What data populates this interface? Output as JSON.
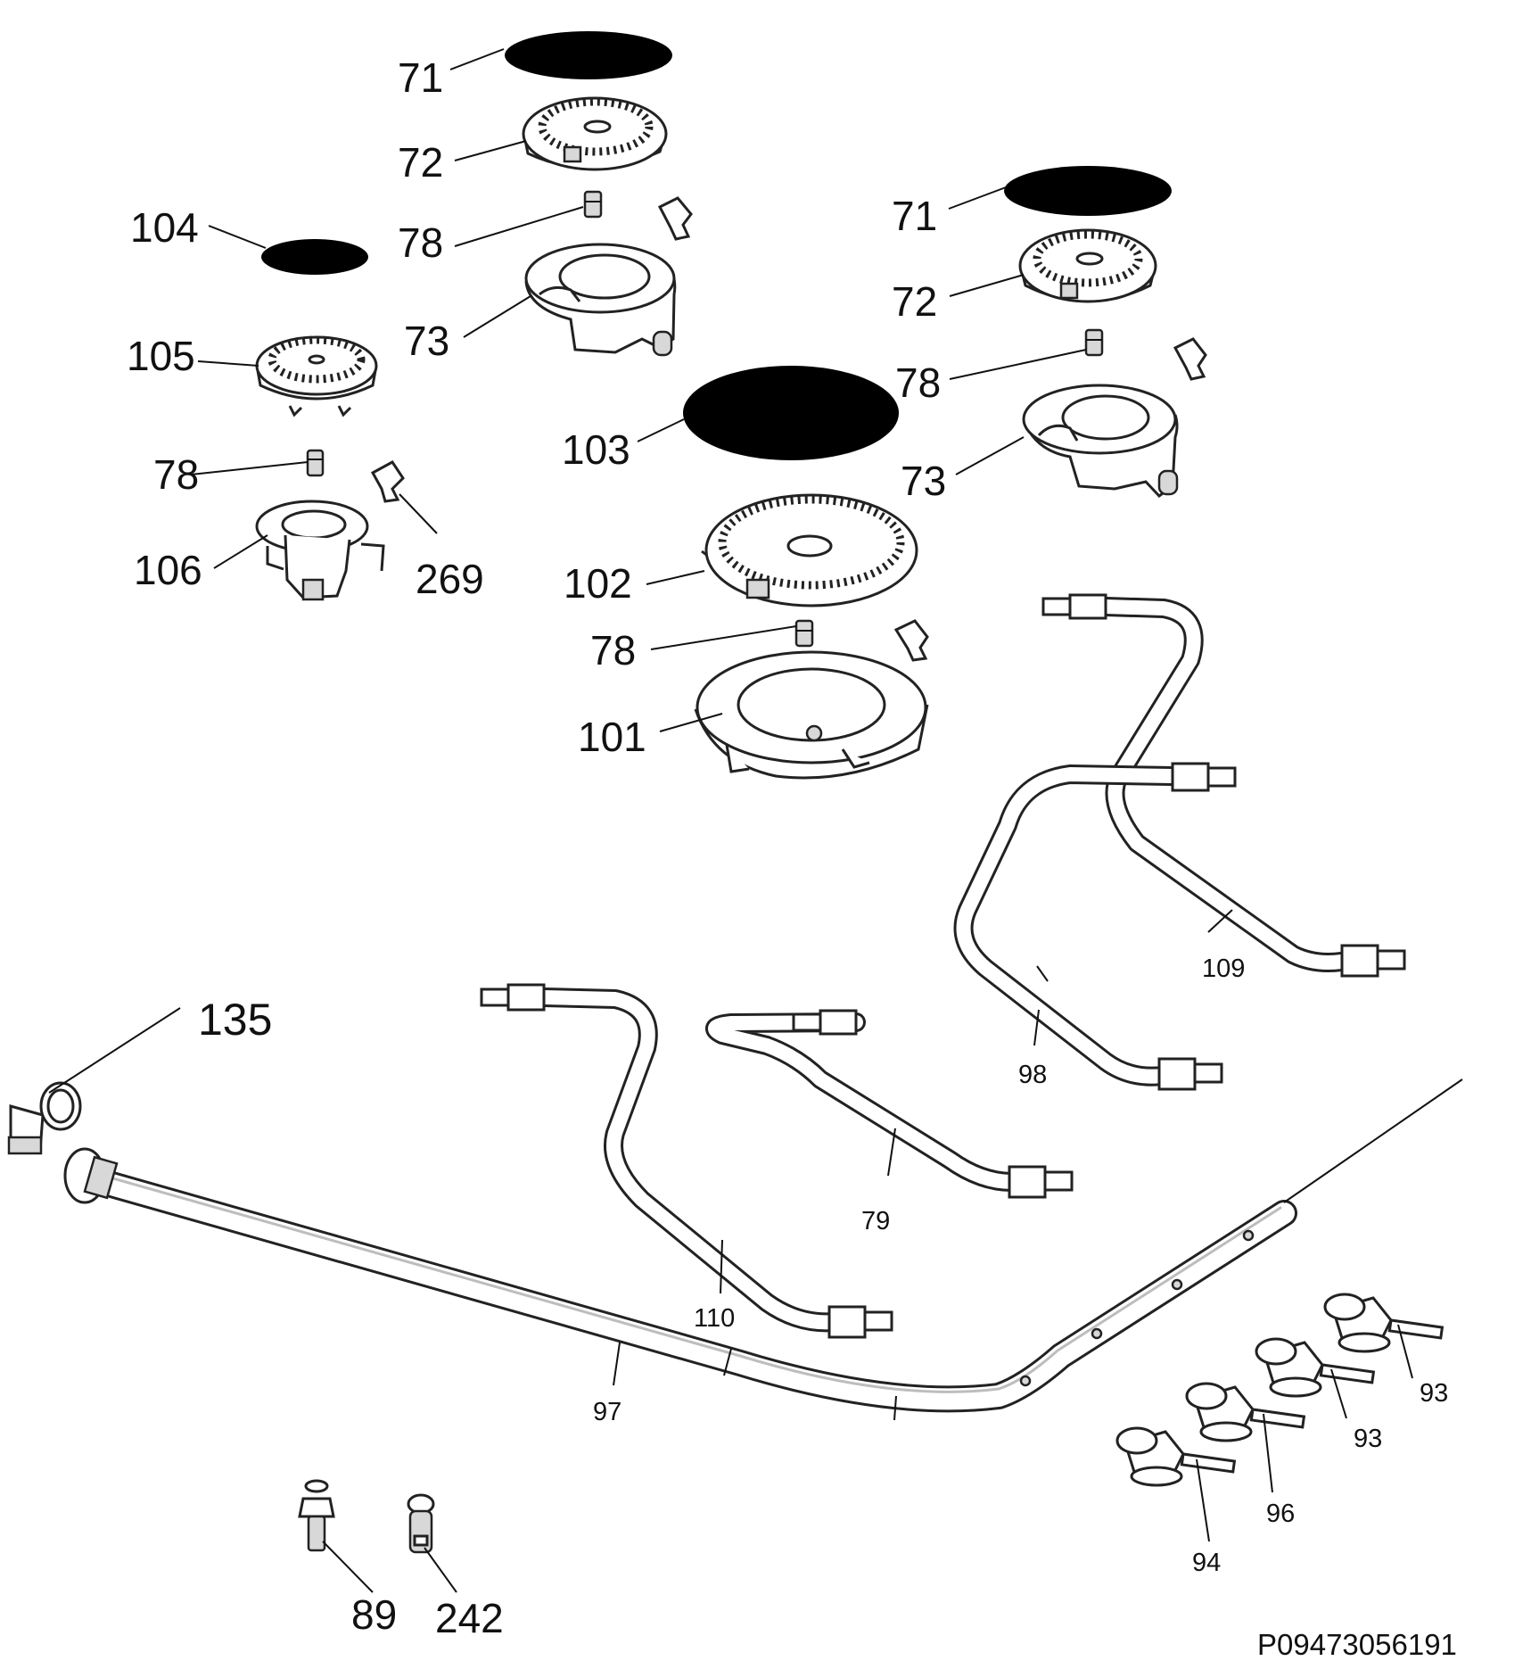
{
  "diagram": {
    "reference_code": "P09473056191",
    "parts": {
      "p71_a": "71",
      "p72_a": "72",
      "p78_a": "78",
      "p73_a": "73",
      "p104": "104",
      "p105": "105",
      "p78_b": "78",
      "p106": "106",
      "p269": "269",
      "p71_b": "71",
      "p72_b": "72",
      "p78_c": "78",
      "p73_b": "73",
      "p103": "103",
      "p102": "102",
      "p78_d": "78",
      "p101": "101",
      "p109": "109",
      "p98": "98",
      "p135": "135",
      "p79": "79",
      "p110": "110",
      "p97": "97",
      "p93_a": "93",
      "p93_b": "93",
      "p96": "96",
      "p94": "94",
      "p89": "89",
      "p242": "242"
    }
  }
}
